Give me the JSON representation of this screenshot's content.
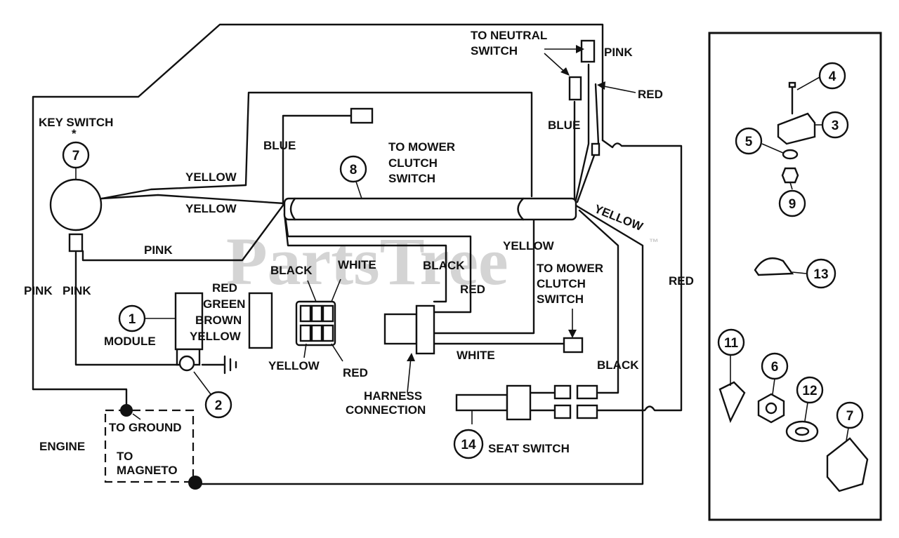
{
  "watermark": {
    "text": "PartsTree",
    "mark": "™"
  },
  "wire_labels": {
    "key_switch": "KEY SWITCH",
    "key_asterisk": "*",
    "blue_left": "BLUE",
    "to_mower_clutch_switch_top": [
      "TO MOWER",
      "CLUTCH",
      "SWITCH"
    ],
    "to_neutral_switch": [
      "TO NEUTRAL",
      "SWITCH"
    ],
    "pink_top": "PINK",
    "red_top": "RED",
    "blue_right": "BLUE",
    "yellow_1": "YELLOW",
    "yellow_2": "YELLOW",
    "yellow_diag": "YELLOW",
    "yellow_mid": "YELLOW",
    "pink_mid": "PINK",
    "pink_left_1": "PINK",
    "pink_left_2": "PINK",
    "module_red": "RED",
    "module_green": "GREEN",
    "module_brown": "BROWN",
    "module_yellow": "YELLOW",
    "module": "MODULE",
    "black_plug": "BLACK",
    "white_plug": "WHITE",
    "yellow_plug": "YELLOW",
    "red_plug": "RED",
    "black_conn": "BLACK",
    "red_conn": "RED",
    "to_mower_clutch_switch_mid": [
      "TO MOWER",
      "CLUTCH",
      "SWITCH"
    ],
    "red_right": "RED",
    "white_conn": "WHITE",
    "black_seat": "BLACK",
    "harness_connection": [
      "HARNESS",
      "CONNECTION"
    ],
    "to_ground": "TO GROUND",
    "engine": "ENGINE",
    "to_magneto": [
      "TO",
      "MAGNETO"
    ],
    "seat_switch": "SEAT SWITCH"
  },
  "callouts": {
    "key_switch": "7",
    "harness": "8",
    "module": "1",
    "ground_clip": "2",
    "seat_switch": "14",
    "part_4": "4",
    "part_3": "3",
    "part_5": "5",
    "part_9": "9",
    "part_13": "13",
    "part_11": "11",
    "part_6": "6",
    "part_12": "12",
    "part_7": "7"
  }
}
